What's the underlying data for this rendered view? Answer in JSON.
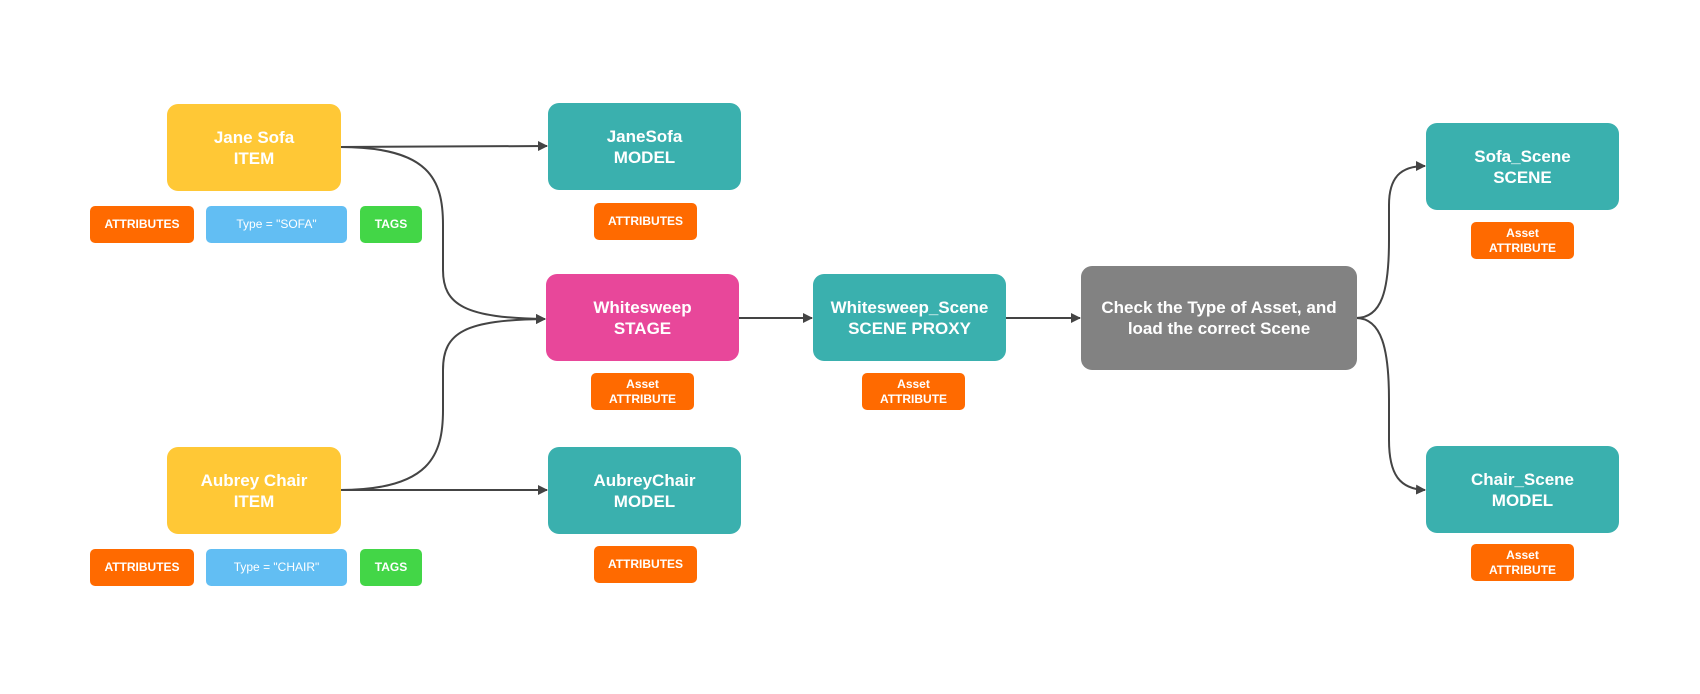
{
  "colors": {
    "item": "#FFC836",
    "model": "#3AB0AE",
    "stage": "#E8479A",
    "process": "#828282",
    "attribute": "#FF6A00",
    "type": "#62BEF3",
    "tags": "#43D647",
    "edge": "#444444"
  },
  "nodes": {
    "jane_sofa": {
      "name": "Jane Sofa",
      "kind": "ITEM"
    },
    "aubrey_chair": {
      "name": "Aubrey Chair",
      "kind": "ITEM"
    },
    "jane_sofa_model": {
      "name": "JaneSofa",
      "kind": "MODEL"
    },
    "whitesweep_stage": {
      "name": "Whitesweep",
      "kind": "STAGE"
    },
    "aubrey_chair_model": {
      "name": "AubreyChair",
      "kind": "MODEL"
    },
    "whitesweep_scene": {
      "name": "Whitesweep_Scene",
      "kind": "SCENE PROXY"
    },
    "check_type": {
      "line1": "Check the Type of Asset, and",
      "line2": "load the correct Scene"
    },
    "sofa_scene": {
      "name": "Sofa_Scene",
      "kind": "SCENE"
    },
    "chair_scene": {
      "name": "Chair_Scene",
      "kind": "MODEL"
    }
  },
  "tags": {
    "jane_sofa_attributes": "ATTRIBUTES",
    "jane_sofa_type": "Type = \"SOFA\"",
    "jane_sofa_tags": "TAGS",
    "aubrey_chair_attributes": "ATTRIBUTES",
    "aubrey_chair_type": "Type = \"CHAIR\"",
    "aubrey_chair_tags": "TAGS",
    "jane_sofa_model_attributes": "ATTRIBUTES",
    "aubrey_chair_model_attributes": "ATTRIBUTES",
    "whitesweep_stage_attr": {
      "line1": "Asset",
      "line2": "ATTRIBUTE"
    },
    "whitesweep_scene_attr": {
      "line1": "Asset",
      "line2": "ATTRIBUTE"
    },
    "sofa_scene_attr": {
      "line1": "Asset",
      "line2": "ATTRIBUTE"
    },
    "chair_scene_attr": {
      "line1": "Asset",
      "line2": "ATTRIBUTE"
    }
  }
}
